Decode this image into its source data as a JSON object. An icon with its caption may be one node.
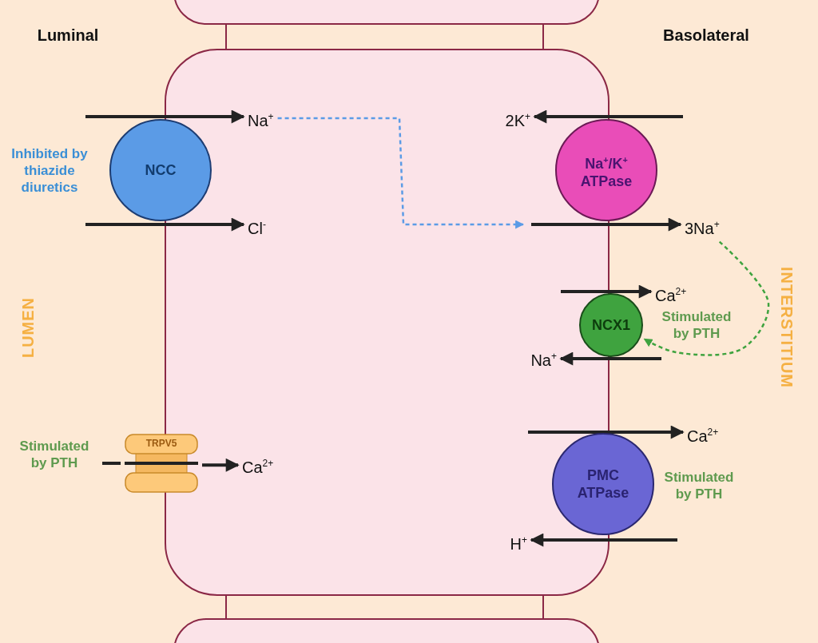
{
  "diagram": {
    "nodes": [
      {
        "text": [
          "NCC"
        ],
        "beside": [
          "Inhibited by thiazide diuretics"
        ]
      },
      {
        "text": [
          "Na$^{+}$"
        ]
      },
      {
        "text": [
          "Cl$^{-}$"
        ]
      },
      {
        "text": [
          "Na$^{+}$/K$^{+}$ ATPase"
        ]
      },
      {
        "text": [
          "2K$^{+}$"
        ]
      },
      {
        "text": [
          "3Na$^{+}$"
        ]
      },
      {
        "text": [
          "NCX1"
        ]
      },
      {
        "text": [
          "Ca$^{2+}$"
        ]
      },
      {
        "text": [
          "Na$^{+}$"
        ]
      },
      {
        "text": [
          "TRPV5"
        ]
      },
      {
        "text": [
          "Ca$^{2+}$"
        ]
      },
      {
        "text": [
          "PMC ATPase"
        ],
        "beside": [
          "Stimulated by PTH"
        ]
      },
      {
        "text": [
          "Ca$^{2+}$"
        ]
      },
      {
        "text": [
          "H$^{+}$"
        ]
      },
      {
        "text": [
          "Stimulated by PTH"
        ]
      }
    ],
    "edges": [
      {
        "from": null,
        "to": 1,
        "arrow": "to"
      },
      {
        "from": null,
        "to": 2,
        "arrow": "to"
      },
      {
        "from": 1,
        "to": null,
        "arrow": "to",
        "style": "dashed",
        "color": "#5b9be6"
      },
      {
        "from": null,
        "to": 4,
        "arrow": "to"
      },
      {
        "from": null,
        "to": 5,
        "arrow": "to"
      },
      {
        "from": 5,
        "to": 6,
        "arrow": "to",
        "style": "dashed",
        "color": "#3fa33f"
      },
      {
        "from": null,
        "to": 7,
        "arrow": "to"
      },
      {
        "from": null,
        "to": 8,
        "arrow": "to"
      },
      {
        "from": 14,
        "to": 9,
        "arrow": "none"
      },
      {
        "from": 9,
        "to": 10,
        "arrow": "to"
      },
      {
        "from": null,
        "to": 12,
        "arrow": "to"
      },
      {
        "from": null,
        "to": 13,
        "arrow": "to"
      }
    ],
    "labels": [
      "Luminal",
      "Basolateral",
      "Stimulated by PTH",
      "LUMEN",
      "INTERSTITIUM"
    ]
  }
}
